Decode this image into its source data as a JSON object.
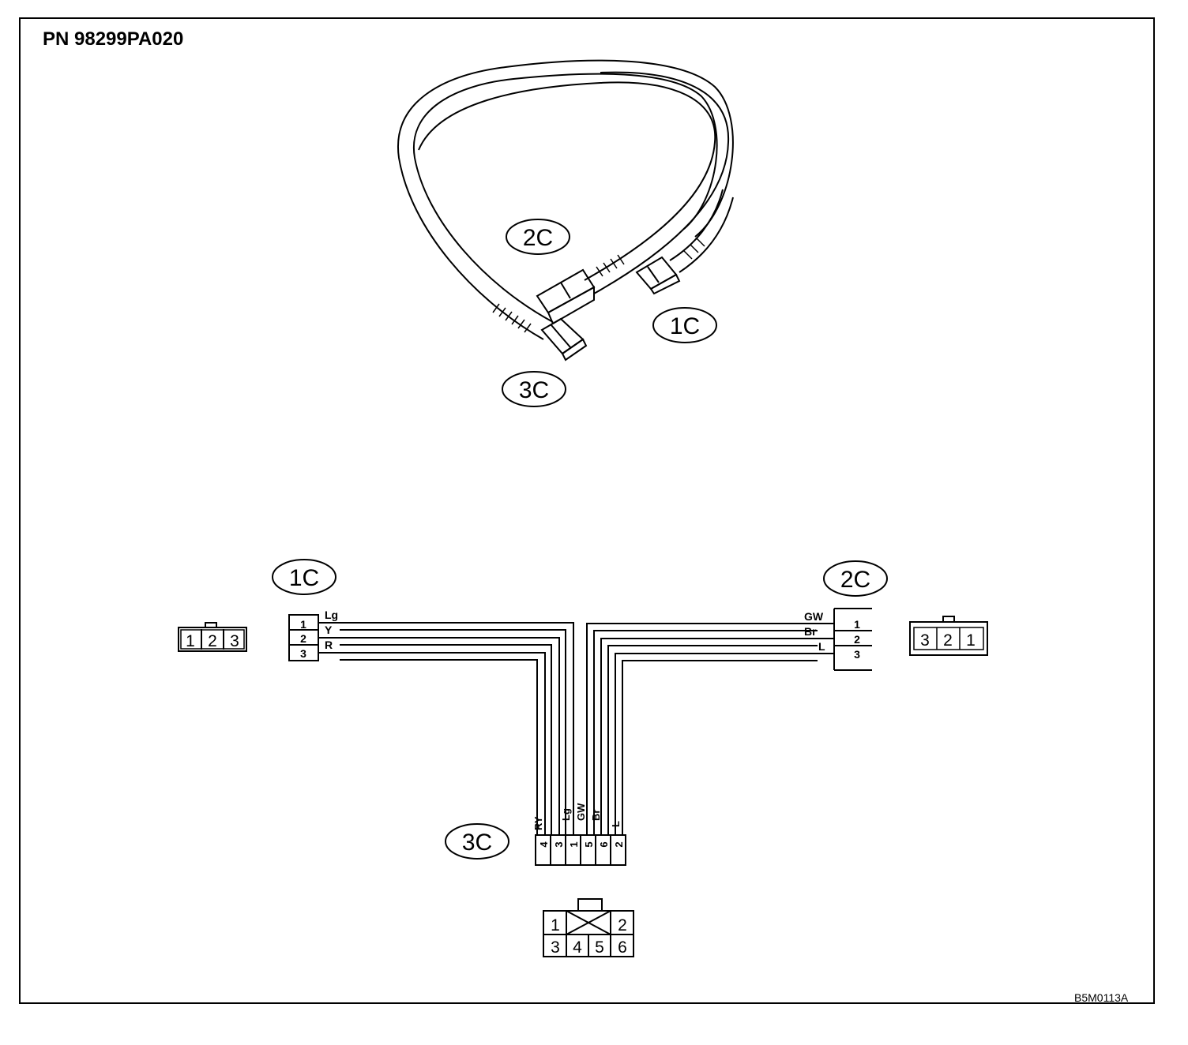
{
  "part_number": "PN 98299PA020",
  "figure_code": "B5M0113A",
  "illustration": {
    "labels": {
      "c2": "2C",
      "c1": "1C",
      "c3": "3C"
    }
  },
  "schematic": {
    "connector_1c": {
      "label": "1C",
      "face_pins": [
        "1",
        "2",
        "3"
      ],
      "harness_pins": [
        "1",
        "2",
        "3"
      ],
      "wires": [
        "Lg",
        "Y",
        "R"
      ]
    },
    "connector_2c": {
      "label": "2C",
      "face_pins": [
        "3",
        "2",
        "1"
      ],
      "harness_pins": [
        "1",
        "2",
        "3"
      ],
      "wires": [
        "GW",
        "Br",
        "L"
      ]
    },
    "connector_3c": {
      "label": "3C",
      "wires": [
        "RY",
        "Lg",
        "GW",
        "Br",
        "L"
      ],
      "harness_pins": [
        "4",
        "3",
        "1",
        "5",
        "6",
        "2"
      ],
      "face_top": [
        "1",
        "2"
      ],
      "face_bottom": [
        "3",
        "4",
        "5",
        "6"
      ]
    }
  }
}
